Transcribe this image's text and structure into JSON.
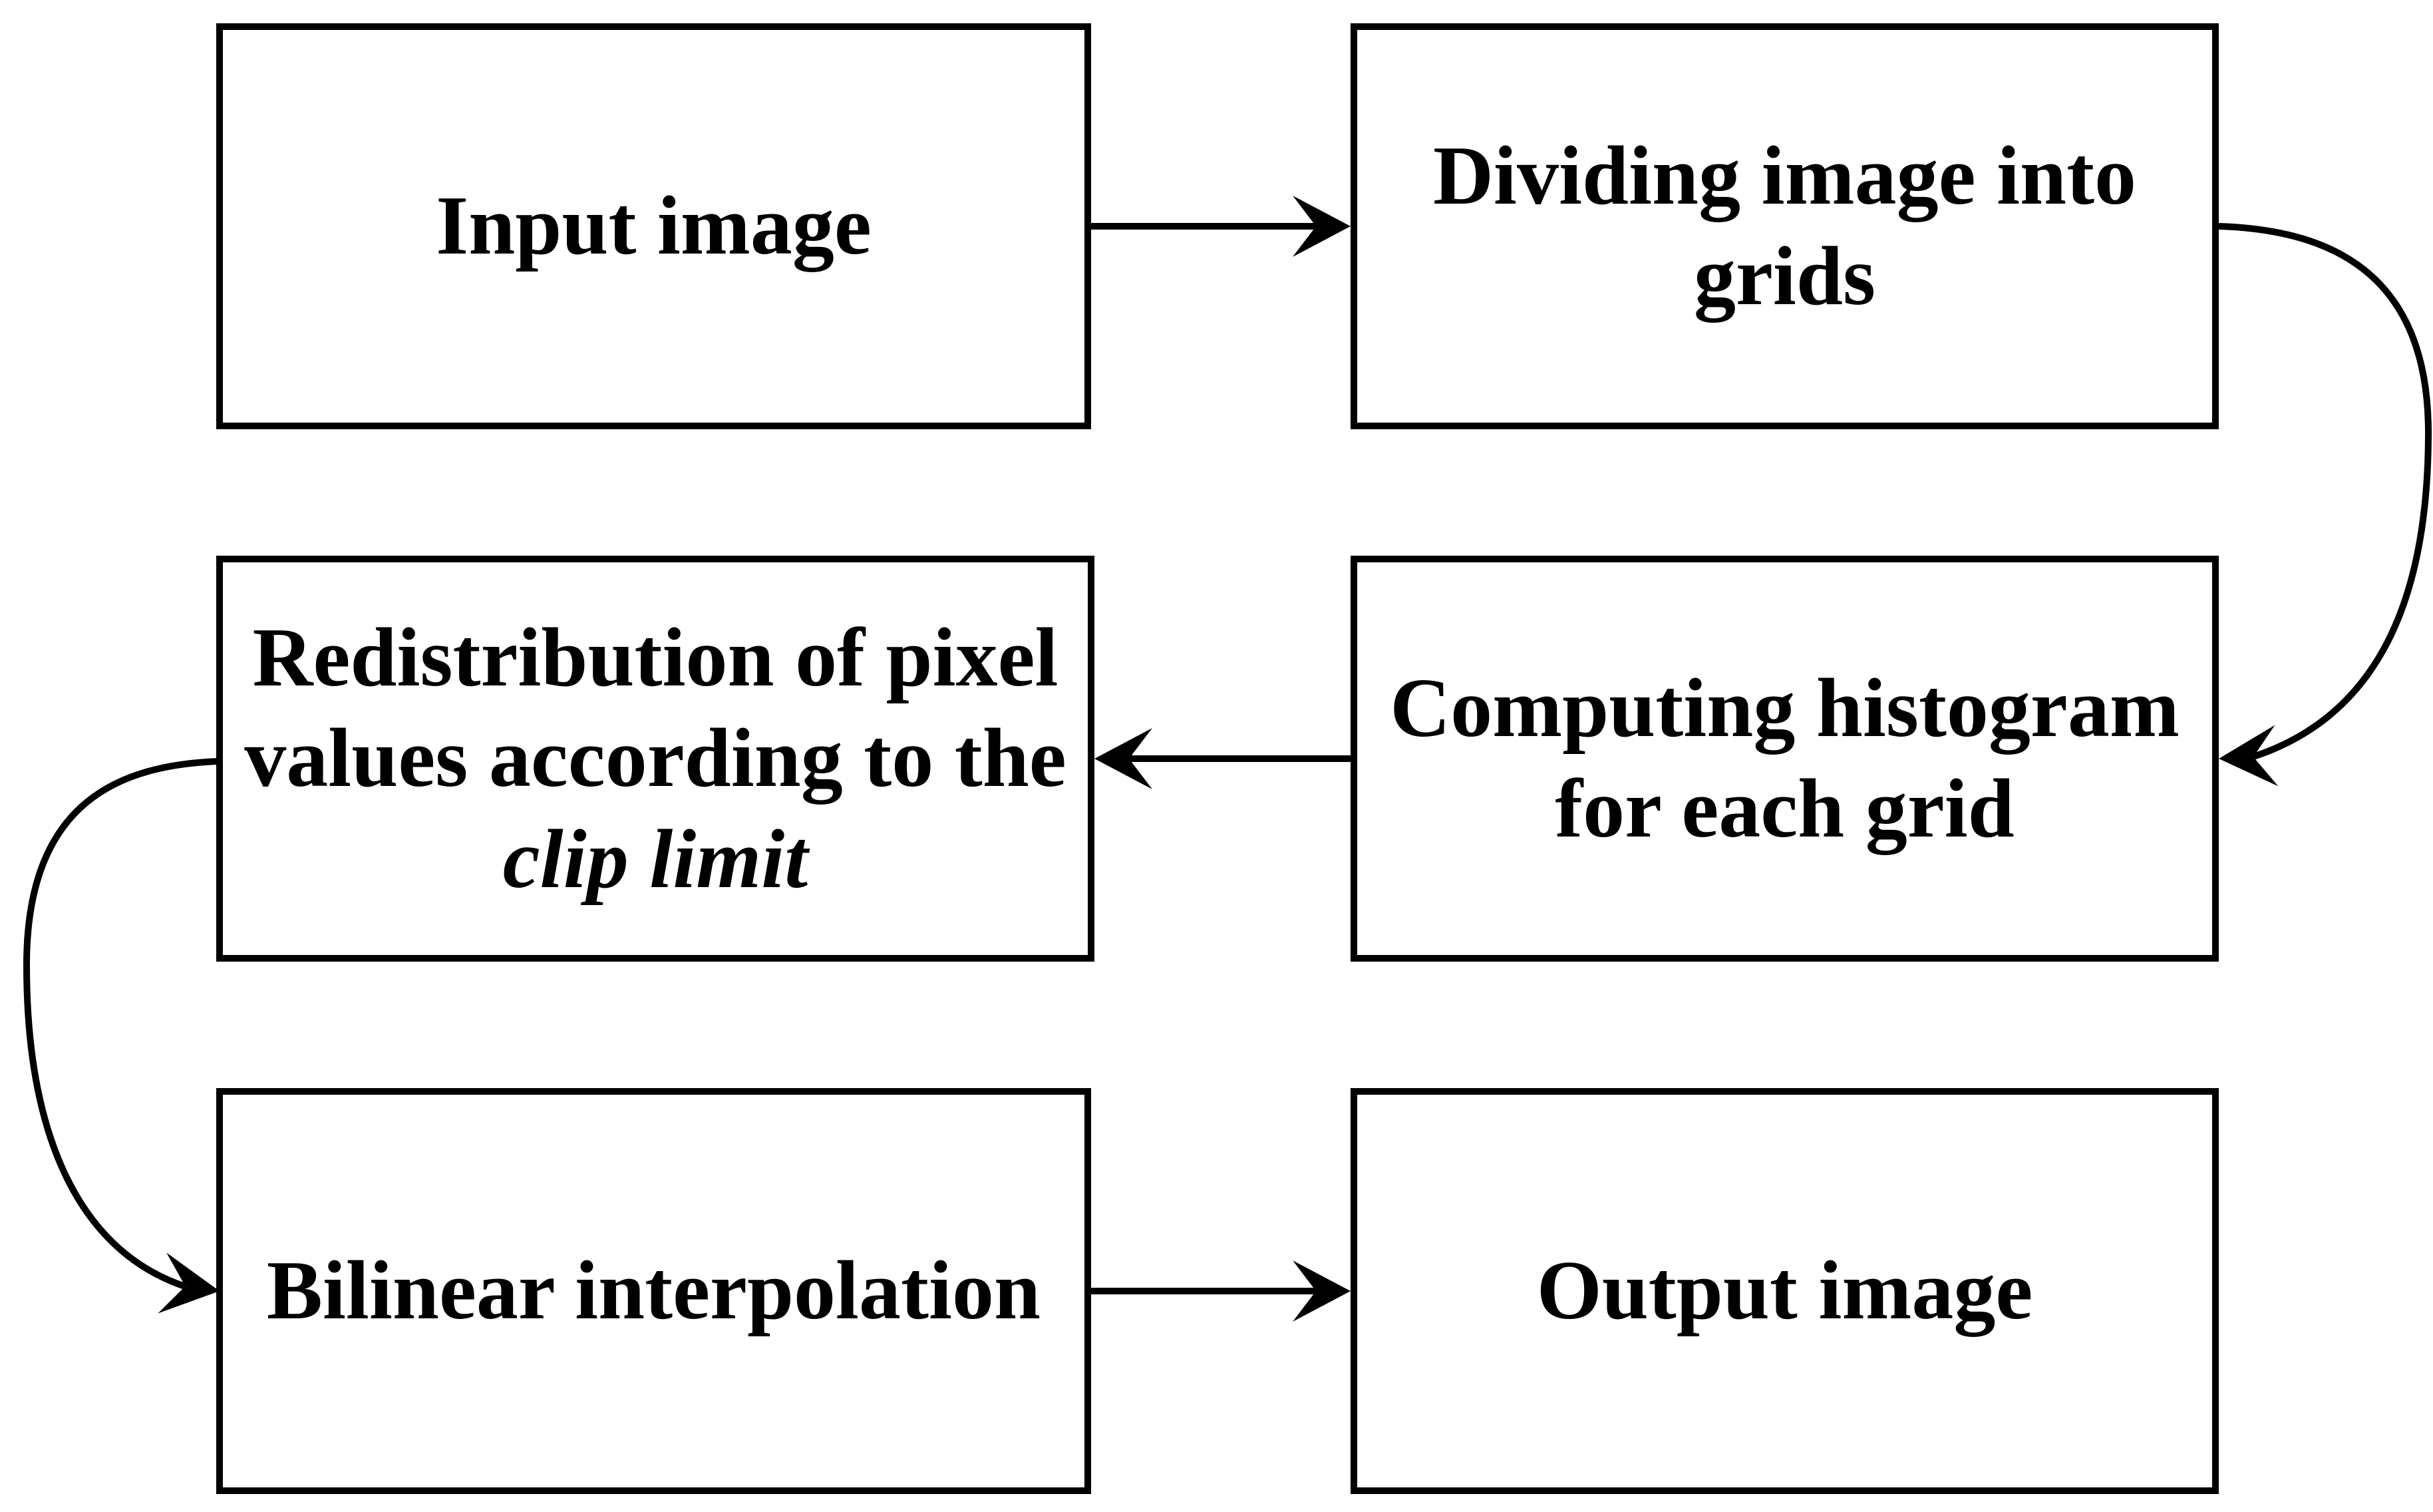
{
  "colors": {
    "background": "#ffffff",
    "line": "#000000",
    "text": "#000000"
  },
  "nodes": {
    "input": {
      "label": "Input image"
    },
    "dividing": {
      "lines": [
        "Dividing image into",
        "grids"
      ]
    },
    "computing": {
      "lines": [
        "Computing histogram",
        "for each grid"
      ]
    },
    "redistribution": {
      "lines": [
        "Redistribution of pixel",
        "values according to the"
      ],
      "italic_line": "clip limit"
    },
    "bilinear": {
      "label": "Bilinear interpolation"
    },
    "output": {
      "label": "Output image"
    }
  },
  "edges": [
    {
      "from": "input",
      "to": "dividing",
      "type": "straight-arrow"
    },
    {
      "from": "dividing",
      "to": "computing",
      "type": "curved-arrow"
    },
    {
      "from": "computing",
      "to": "redistribution",
      "type": "straight-arrow"
    },
    {
      "from": "redistribution",
      "to": "bilinear",
      "type": "curved-arrow"
    },
    {
      "from": "bilinear",
      "to": "output",
      "type": "straight-arrow"
    }
  ]
}
